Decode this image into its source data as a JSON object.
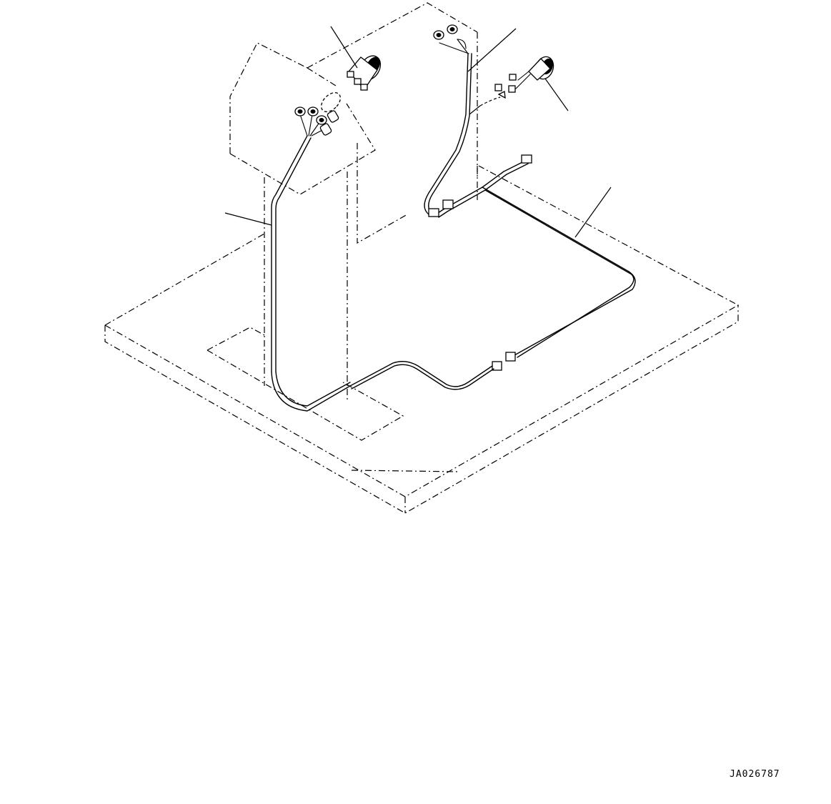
{
  "drawing": {
    "code": "JA026787"
  },
  "parts": [
    {
      "name": "left-gauge"
    },
    {
      "name": "right-gauge"
    }
  ],
  "harness": {
    "wires": [
      "left-column-harness",
      "right-column-harness",
      "floor-harness"
    ]
  }
}
